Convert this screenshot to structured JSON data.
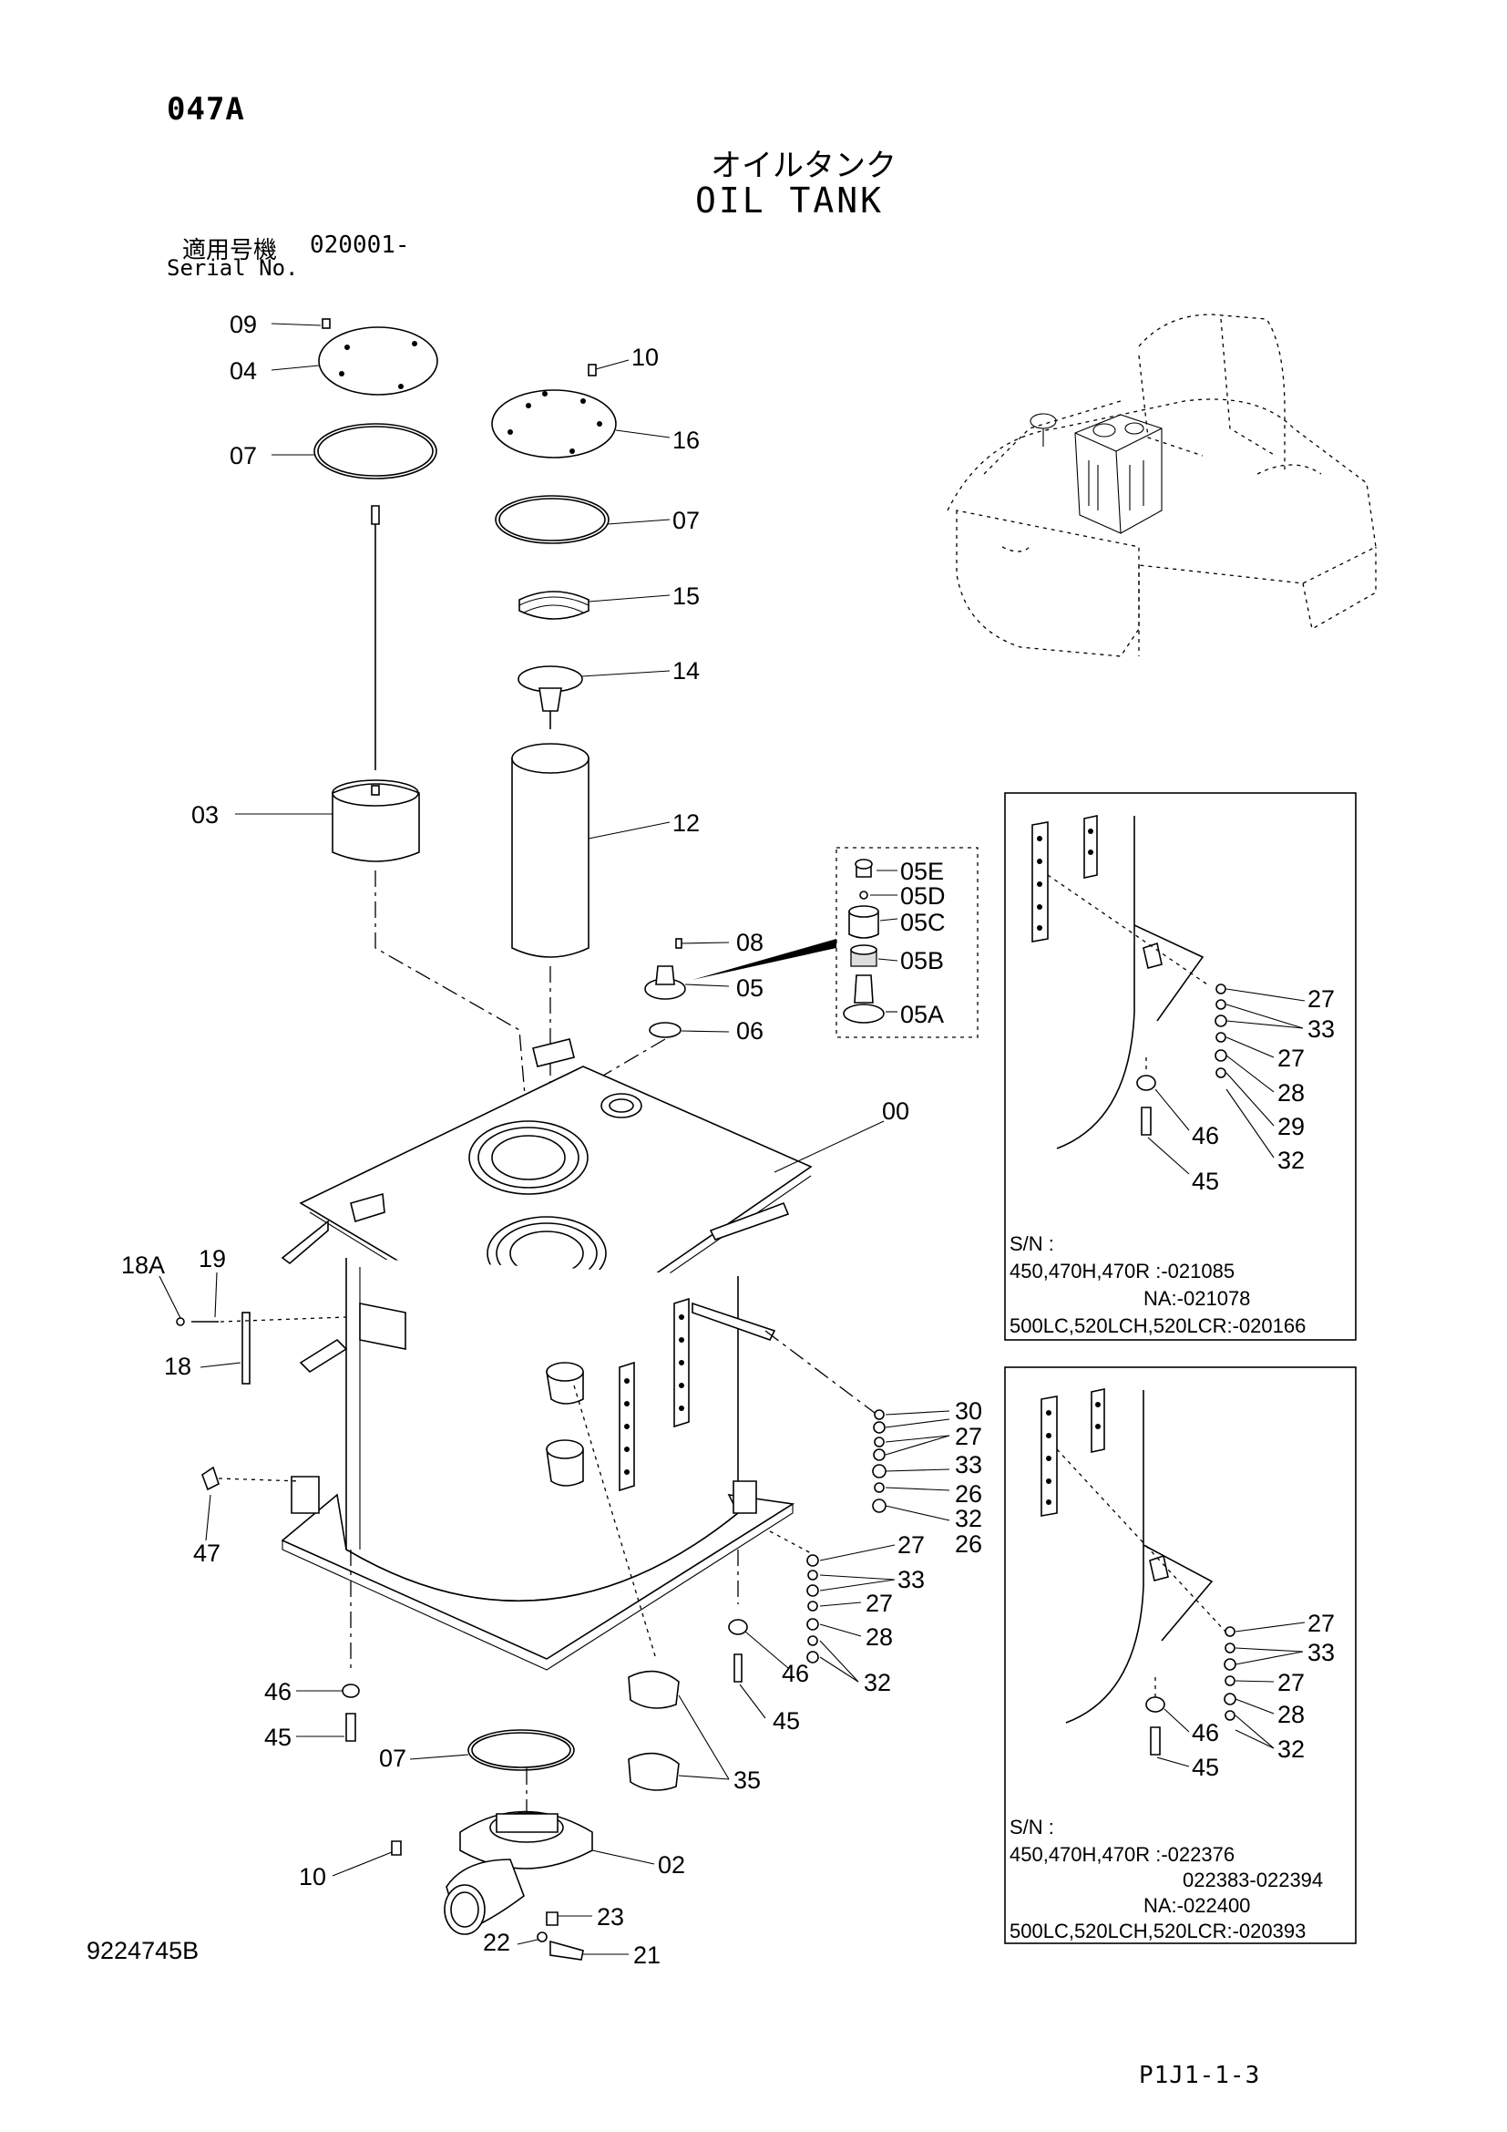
{
  "header": {
    "page_code": "047A",
    "title_jp": "オイルタンク",
    "title_en": "OIL TANK",
    "serial_label_jp": "適用号機",
    "serial_value": "020001-",
    "serial_label_en": "Serial No."
  },
  "footer": {
    "doc_number": "9224745B",
    "page_ref": "P1J1-1-3"
  },
  "callouts": {
    "c09": "09",
    "c04": "04",
    "c07a": "07",
    "c10a": "10",
    "c16": "16",
    "c07b": "07",
    "c15": "15",
    "c14": "14",
    "c03": "03",
    "c12": "12",
    "c05E": "05E",
    "c05D": "05D",
    "c05C": "05C",
    "c05B": "05B",
    "c05A": "05A",
    "c08": "08",
    "c05": "05",
    "c06": "06",
    "c00": "00",
    "c18A": "18A",
    "c19": "19",
    "c18": "18",
    "c47": "47",
    "c30": "30",
    "c27a": "27",
    "c33a": "33",
    "c26a": "26",
    "c32a": "32",
    "c26b": "26",
    "c27b": "27",
    "c33b": "33",
    "c27c": "27",
    "c28a": "28",
    "c32b": "32",
    "c46a": "46",
    "c45a": "45",
    "c46b": "46",
    "c45b": "45",
    "c07c": "07",
    "c35": "35",
    "c10b": "10",
    "c02": "02",
    "c23": "23",
    "c22": "22",
    "c21": "21"
  },
  "inset1": {
    "callouts": {
      "c27a": "27",
      "c33": "33",
      "c27b": "27",
      "c28": "28",
      "c29": "29",
      "c32": "32",
      "c46": "46",
      "c45": "45"
    },
    "lines": [
      "S/N :",
      "450,470H,470R :-021085",
      "NA:-021078",
      "500LC,520LCH,520LCR:-020166"
    ]
  },
  "inset2": {
    "callouts": {
      "c27a": "27",
      "c33": "33",
      "c27b": "27",
      "c28": "28",
      "c32": "32",
      "c46": "46",
      "c45": "45"
    },
    "lines": [
      "S/N :",
      "450,470H,470R :-022376",
      "022383-022394",
      "NA:-022400",
      "500LC,520LCH,520LCR:-020393"
    ]
  }
}
